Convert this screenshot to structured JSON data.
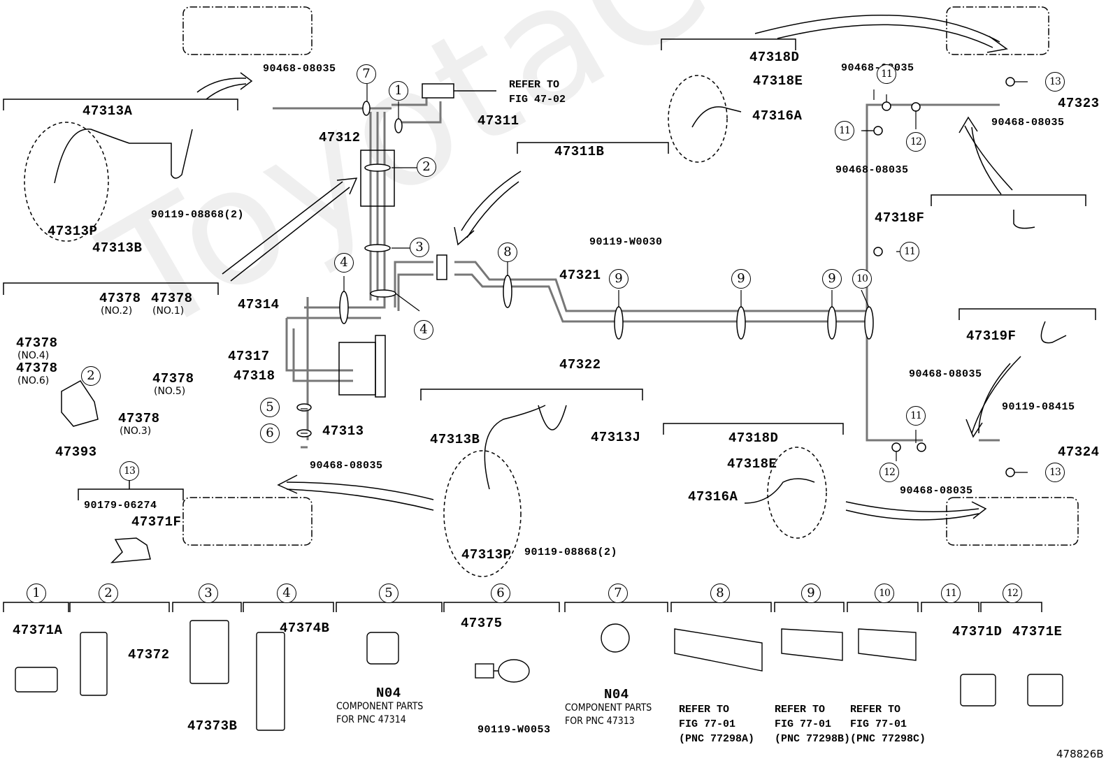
{
  "watermark": "ToyotaCarMine.ru",
  "figure_id": "478826B",
  "main_labels": {
    "p47313A": "47313A",
    "p47313P_top": "47313P",
    "p47313B_top": "47313B",
    "p90119_08868_top": "90119-08868(2)",
    "clip_top_left": "90468-08035",
    "p47312": "47312",
    "p47311": "47311",
    "refer_to_fig_47_02": "REFER TO\nFIG 47-02",
    "p47311B": "47311B",
    "p90119_W0030": "90119-W0030",
    "p47314": "47314",
    "p47317": "47317",
    "p47318": "47318",
    "p47313": "47313",
    "clip_mid_left": "90468-08035",
    "p47321": "47321",
    "p47322": "47322",
    "p47393": "47393",
    "p90179_06274": "90179-06274",
    "p47371F": "47371F",
    "p47313B_mid": "47313B",
    "p47313J": "47313J",
    "p47313P_mid": "47313P",
    "p90119_08868_mid": "90119-08868(2)",
    "p47318D_top": "47318D",
    "p47318E_top": "47318E",
    "p47316A_top": "47316A",
    "clip_top_right_a": "90468-08035",
    "clip_top_right_b": "90468-08035",
    "clip_top_right_c": "90468-08035",
    "p47323": "47323",
    "p47318F": "47318F",
    "p47319F": "47319F",
    "p90119_08415": "90119-08415",
    "clip_right_a": "90468-08035",
    "clip_right_b": "90468-08035",
    "p47324": "47324",
    "p47318D_mid": "47318D",
    "p47318E_mid": "47318E",
    "p47316A_mid": "47316A"
  },
  "grommet_group": {
    "items": [
      {
        "part": "47378",
        "sub": "(NO.2)"
      },
      {
        "part": "47378",
        "sub": "(NO.1)"
      },
      {
        "part": "47378",
        "sub": "(NO.4)"
      },
      {
        "part": "47378",
        "sub": "(NO.6)"
      },
      {
        "part": "47378",
        "sub": "(NO.5)"
      },
      {
        "part": "47378",
        "sub": "(NO.3)"
      }
    ]
  },
  "callouts": {
    "c1": "1",
    "c2": "2",
    "c3": "3",
    "c4": "4",
    "c5": "5",
    "c6": "6",
    "c7": "7",
    "c8": "8",
    "c9": "9",
    "c10": "10",
    "c11": "11",
    "c12": "12",
    "c13": "13"
  },
  "legend": [
    {
      "num": "1",
      "part": "47371A",
      "note": ""
    },
    {
      "num": "2",
      "part": "47372",
      "note": ""
    },
    {
      "num": "3",
      "part": "47373B",
      "note": ""
    },
    {
      "num": "4",
      "part": "47374B",
      "note": ""
    },
    {
      "num": "5",
      "part": "N04",
      "note": "COMPONENT PARTS\nFOR PNC 47314"
    },
    {
      "num": "6",
      "part": "47375",
      "note": "90119-W0053"
    },
    {
      "num": "7",
      "part": "N04",
      "note": "COMPONENT PARTS\nFOR PNC 47313"
    },
    {
      "num": "8",
      "part": "",
      "note": "REFER TO\nFIG 77-01\n(PNC 77298A)"
    },
    {
      "num": "9",
      "part": "",
      "note": "REFER TO\nFIG 77-01\n(PNC 77298B)"
    },
    {
      "num": "10",
      "part": "",
      "note": "REFER TO\nFIG 77-01\n(PNC 77298C)"
    },
    {
      "num": "11",
      "part": "47371D",
      "note": ""
    },
    {
      "num": "12",
      "part": "47371E",
      "note": ""
    }
  ]
}
